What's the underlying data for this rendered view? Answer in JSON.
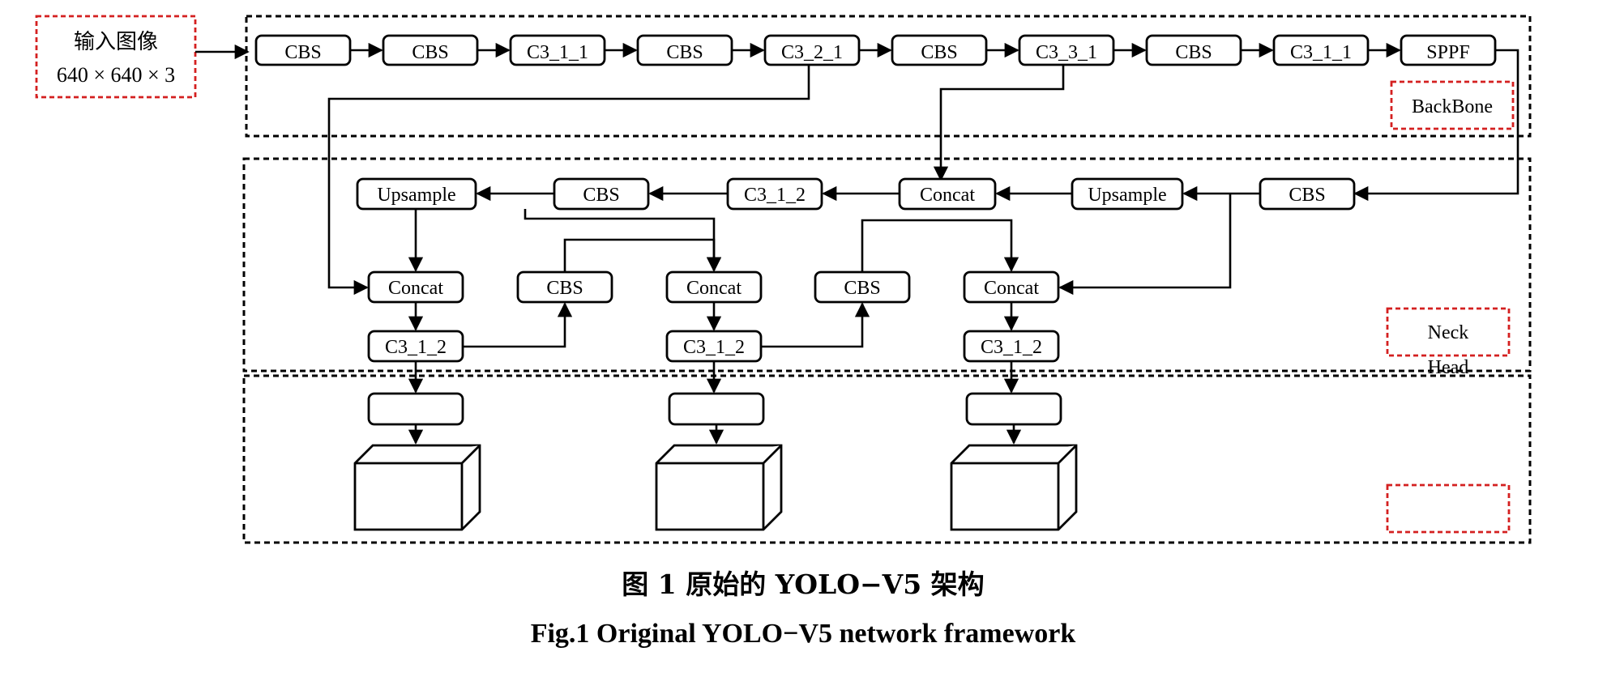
{
  "input": {
    "line1": "输入图像",
    "line2": "640 × 640 × 3"
  },
  "backbone": {
    "label": "BackBone",
    "blocks": [
      "CBS",
      "CBS",
      "C3_1_1",
      "CBS",
      "C3_2_1",
      "CBS",
      "C3_3_1",
      "CBS",
      "C3_1_1",
      "SPPF"
    ]
  },
  "neck": {
    "label": "Neck",
    "top_row": [
      "Upsample",
      "CBS",
      "C3_1_2",
      "Concat",
      "Upsample",
      "CBS"
    ],
    "concat_row": [
      "Concat",
      "CBS",
      "Concat",
      "CBS",
      "Concat"
    ],
    "c3_row": [
      "C3_1_2",
      "C3_1_2",
      "C3_1_2"
    ]
  },
  "head": {
    "label": "Head",
    "outputs": [
      "",
      "",
      ""
    ]
  },
  "caption": {
    "cn": "图 1   原始的 YOLO−V5 架构",
    "en": "Fig.1   Original YOLO−V5 network framework"
  },
  "colors": {
    "stroke": "#000000",
    "label_box": "#d42020"
  }
}
